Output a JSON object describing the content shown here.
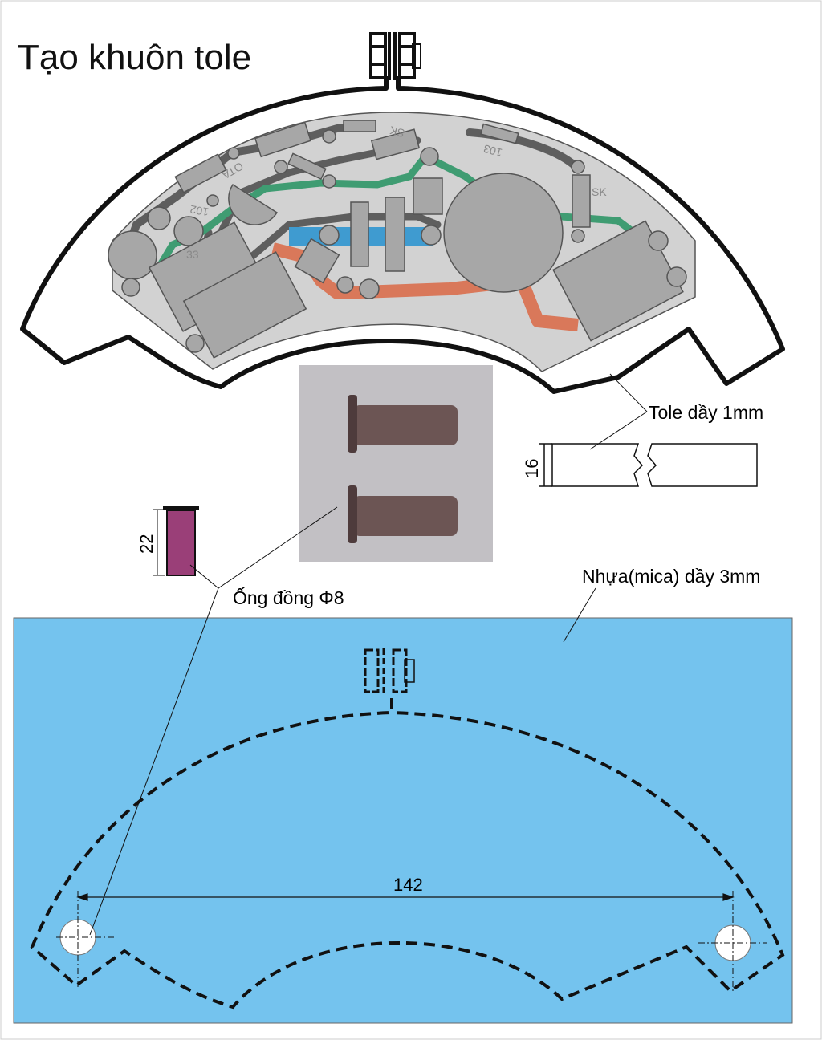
{
  "title": "Tạo khuôn tole",
  "labels": {
    "tole": "Tole dầy 1mm",
    "tole_height": "16",
    "tube_height": "22",
    "tube": "Ống đồng Φ8",
    "mica": "Nhựa(mica) dầy 3mm",
    "hole_distance": "142"
  },
  "pcb_labels": {
    "sk_top": "SK",
    "r103": "103",
    "sk_right": "SK",
    "ota": "OTA",
    "r102": "102",
    "r33": "33"
  },
  "colors": {
    "mica": "#74c3ee",
    "pcb": "#d2d2d2",
    "component": "#a7a7a7",
    "trace_dark": "#5e5e5e",
    "trace_green": "#3f9c72",
    "trace_orange": "#d9785a",
    "trace_blue": "#3f9bd0",
    "tube": "#9a3f78"
  }
}
